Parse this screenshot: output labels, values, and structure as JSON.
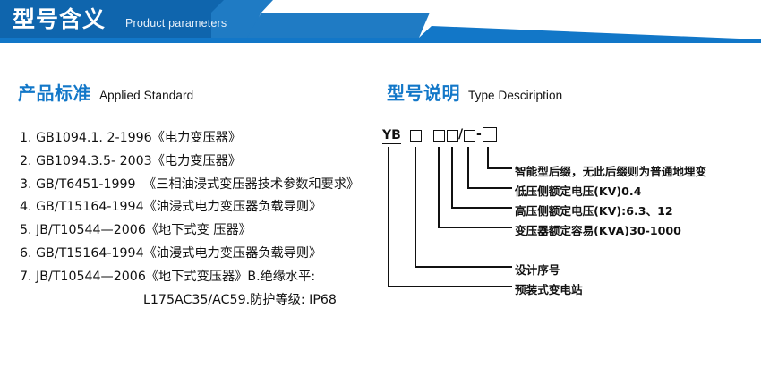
{
  "banner": {
    "title_cn": "型号含义",
    "title_en": "Product parameters",
    "color_dark": "#0f65ad",
    "color_light": "#1f7bc4",
    "color_rule": "#1277c8"
  },
  "sections": {
    "left": {
      "heading_cn": "产品标准",
      "heading_en": "Applied Standard",
      "standards": [
        {
          "index": "1.",
          "code": "GB1094.1. 2-1996",
          "name": "《电力变压器》"
        },
        {
          "index": "2.",
          "code": "GB1094.3.5- 2003",
          "name": "《电力变压器》"
        },
        {
          "index": "3.",
          "code": "GB/T6451-1999",
          "name": "《三相油浸式变压器技术参数和要求》"
        },
        {
          "index": "4.",
          "code": "GB/T15164-1994",
          "name": "《油浸式电力变压器负载导则》"
        },
        {
          "index": "5.",
          "code": "JB/T10544—2006",
          "name": "《地下式变 压器》"
        },
        {
          "index": "6.",
          "code": "GB/T15164-1994",
          "name": "《油漫式电力变压器负载导则》"
        },
        {
          "index": "7.",
          "code": "JB/T10544—2006",
          "name": "《地下式变压器》B.绝缘水平:"
        }
      ],
      "continuation": "L175AC35/AC59.防护等级: IP68"
    },
    "right": {
      "heading_cn": "型号说明",
      "heading_en": "Type Desciription",
      "code": {
        "prefix": "YB",
        "slash": "/",
        "dash": "-",
        "box_count": 5
      },
      "callouts": [
        {
          "key": "suffix",
          "text": "智能型后缀，无此后缀则为普通地埋变"
        },
        {
          "key": "lv_voltage",
          "text": "低压侧额定电压(KV)0.4"
        },
        {
          "key": "hv_voltage",
          "text": "高压侧额定电压(KV):6.3、12"
        },
        {
          "key": "capacity",
          "text": "变压器额定容易(KVA)30-1000"
        },
        {
          "key": "design_no",
          "text": "设计序号"
        },
        {
          "key": "station",
          "text": "预装式变电站"
        }
      ]
    }
  }
}
